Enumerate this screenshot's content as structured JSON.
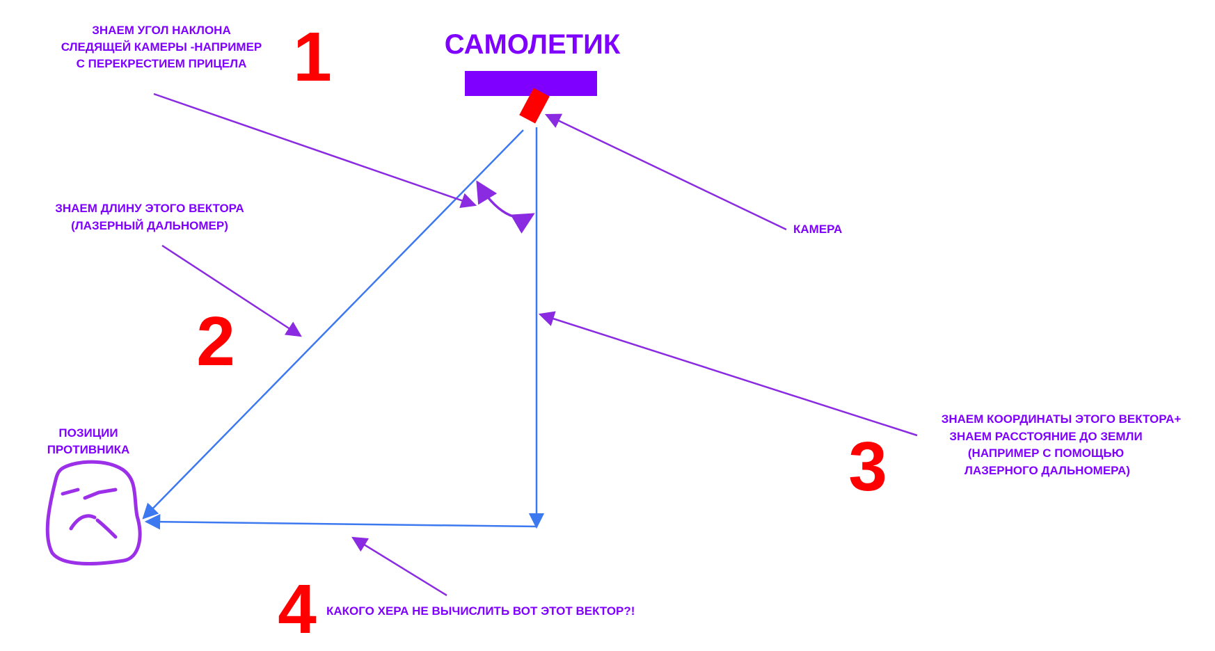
{
  "title": "САМОЛЕТИК",
  "notes": {
    "angle": [
      "ЗНАЕМ УГОЛ НАКЛОНА",
      "СЛЕДЯЩЕЙ КАМЕРЫ -НАПРИМЕР",
      "С ПЕРЕКРЕСТИЕМ ПРИЦЕЛА"
    ],
    "length": [
      "ЗНАЕМ ДЛИНУ ЭТОГО ВЕКТОРА",
      "(ЛАЗЕРНЫЙ ДАЛЬНОМЕР)"
    ],
    "camera": "КАМЕРА",
    "coords": [
      "ЗНАЕМ КООРДИНАТЫ ЭТОГО ВЕКТОРА+",
      "ЗНАЕМ РАССТОЯНИЕ ДО ЗЕМЛИ",
      "(НАПРИМЕР  С ПОМОЩЬЮ",
      "ЛАЗЕРНОГО ДАЛЬНОМЕРА)"
    ],
    "enemy": [
      "ПОЗИЦИИ",
      "ПРОТИВНИКА"
    ],
    "question": "КАКОГО ХЕРА НЕ ВЫЧИСЛИТЬ ВОТ ЭТОТ ВЕКТОР?!"
  },
  "numbers": [
    "1",
    "2",
    "3",
    "4"
  ],
  "colors": {
    "annotation": "#7f00ff",
    "vector": "#3c78f0",
    "marker": "#ff0000",
    "plane": "#7f00ff"
  },
  "icons": {
    "plane": "plane-bar-icon",
    "camera": "camera-block-icon",
    "enemy": "enemy-face-icon"
  }
}
